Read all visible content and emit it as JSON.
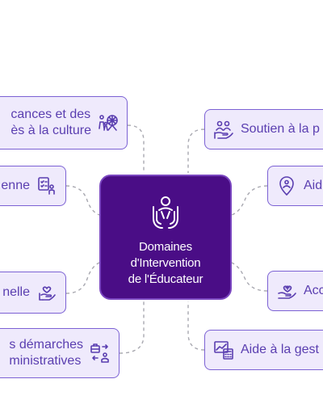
{
  "center": {
    "lines": [
      "Domaines",
      "d'Intervention",
      "de l'Éducateur"
    ],
    "icon": "raised-hands-person-icon"
  },
  "left_nodes": [
    {
      "lines": [
        "cances et des",
        "ès à la culture"
      ],
      "icon": "family-carousel-icon"
    },
    {
      "lines": [
        "enne"
      ],
      "icon": "checklist-person-icon"
    },
    {
      "lines": [
        "nelle"
      ],
      "icon": "hand-heart-icon"
    },
    {
      "lines": [
        "s démarches",
        "ministratives"
      ],
      "icon": "documents-transfer-icon"
    }
  ],
  "right_nodes": [
    {
      "lines": [
        "Soutien à la p"
      ],
      "icon": "people-hand-support-icon"
    },
    {
      "lines": [
        "Aid"
      ],
      "icon": "location-person-icon"
    },
    {
      "lines": [
        "Acc"
      ],
      "icon": "hand-with-heart-icon"
    },
    {
      "lines": [
        "Aide à la gest"
      ],
      "icon": "calculator-chart-icon"
    }
  ],
  "colors": {
    "center_fill": "#4a0d86",
    "node_fill": "#efeafc",
    "node_border": "#7c62d4",
    "node_text": "#5a3eb0",
    "connector": "#a8a8b0"
  }
}
